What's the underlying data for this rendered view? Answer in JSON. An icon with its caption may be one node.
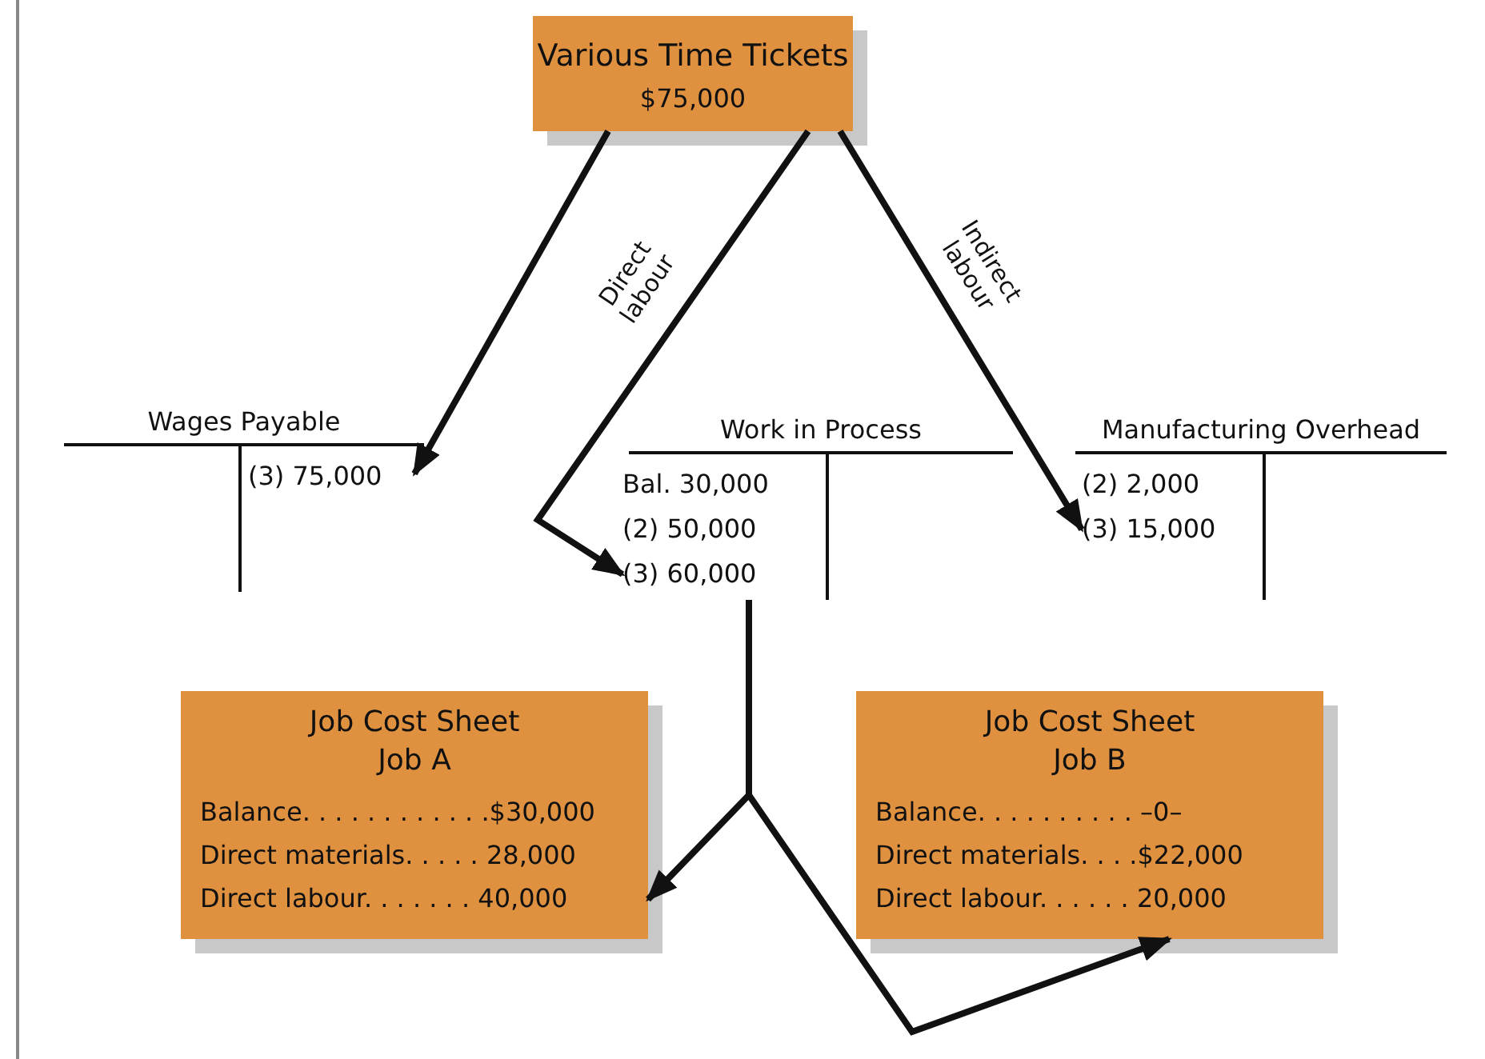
{
  "diagram": {
    "nodes": [
      {
        "text": [
          "Various Time Tickets",
          "$75,000"
        ]
      },
      {
        "text": [
          "Wages Payable"
        ]
      },
      {
        "text": [
          "(3) 75,000"
        ],
        "in": 1
      },
      {
        "text": [
          "Work in Process"
        ]
      },
      {
        "text": [
          "Bal. 30,000"
        ],
        "in": 3
      },
      {
        "text": [
          "(2) 50,000"
        ],
        "in": 3
      },
      {
        "text": [
          "(3) 60,000"
        ],
        "in": 3
      },
      {
        "text": [
          "Manufacturing Overhead"
        ]
      },
      {
        "text": [
          "(2) 2,000"
        ],
        "in": 7
      },
      {
        "text": [
          "(3) 15,000"
        ],
        "in": 7
      },
      {
        "text": [
          "Job Cost Sheet Job A",
          "Balance. . . . . . . . . . . .$30,000",
          "Direct materials. . . . . 28,000",
          "Direct labour. . . . . . . 40,000"
        ]
      },
      {
        "text": [
          "Job Cost Sheet Job B",
          "Balance. . . . . . . . . . –0–",
          "Direct materials. . . .$22,000",
          "Direct labour. . . . . . 20,000"
        ]
      }
    ],
    "edges": [
      {
        "from": 0,
        "to": 2,
        "arrow": "to"
      },
      {
        "from": 0,
        "to": 6,
        "arrow": "to",
        "label": "Direct labour"
      },
      {
        "from": 0,
        "to": 9,
        "arrow": "to",
        "label": "Indirect labour"
      },
      {
        "from": 3,
        "to": 10,
        "arrow": "to"
      },
      {
        "from": 3,
        "to": 11,
        "arrow": "to"
      }
    ]
  }
}
